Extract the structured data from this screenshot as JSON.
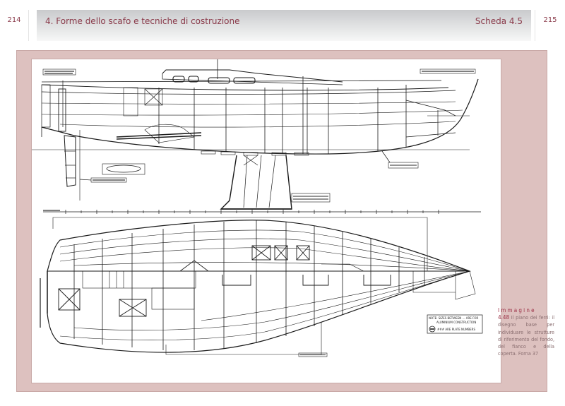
{
  "header": {
    "page_left": "214",
    "page_right": "215",
    "chapter_title": "4. Forme dello scafo e tecniche di costruzione",
    "section": "Scheda 4.5"
  },
  "figure": {
    "label": "Immagine",
    "number": "4.48",
    "caption": "Il piano dei ferri: il disegno base per individuare le strutture di riferimento del fondo, del fianco e della coperta. Forna 37",
    "note_line1": "NOTE: SIZES BETWEEN … ARE FOR",
    "note_line2": "ALUMINIUM CONSTRUCTION",
    "note_line3": "### ARE PLATE NUMBERS"
  },
  "colors": {
    "accent": "#8a3a4a",
    "frame": "#ddc1bf",
    "ink": "#1a1a1a"
  }
}
